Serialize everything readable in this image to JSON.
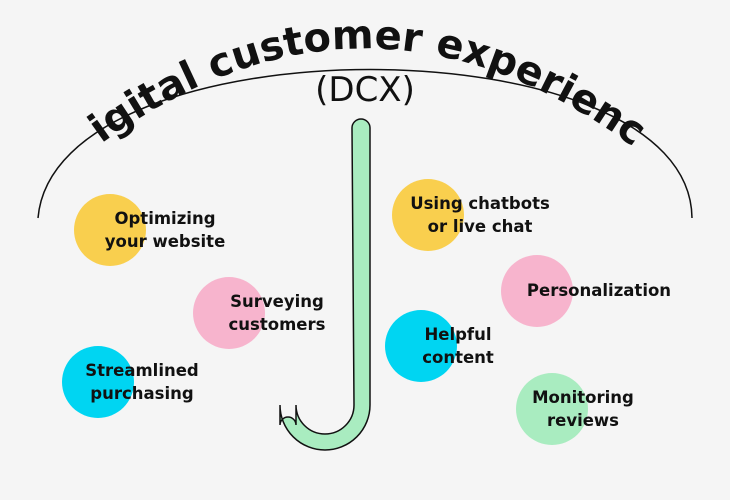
{
  "title": {
    "line1": "Digital customer experience",
    "line2": "(DCX)"
  },
  "colors": {
    "background": "#f5f5f5",
    "yellow": "#f9cf4e",
    "pink": "#f7b4cd",
    "cyan": "#00d5f2",
    "green": "#a9ecc0",
    "handle_fill": "#a9ecc0",
    "outline": "#111111"
  },
  "items": [
    {
      "label": "Optimizing\nyour website",
      "color": "yellow"
    },
    {
      "label": "Surveying\ncustomers",
      "color": "pink"
    },
    {
      "label": "Streamlined\npurchasing",
      "color": "cyan"
    },
    {
      "label": "Using chatbots\nor live chat",
      "color": "yellow"
    },
    {
      "label": "Personalization",
      "color": "pink"
    },
    {
      "label": "Helpful\ncontent",
      "color": "cyan"
    },
    {
      "label": "Monitoring\nreviews",
      "color": "green"
    }
  ]
}
